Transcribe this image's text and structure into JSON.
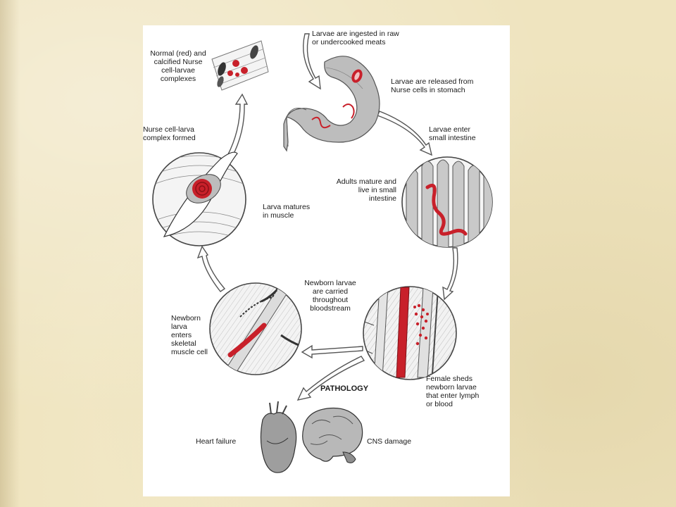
{
  "labels": {
    "ingested": "Larvae are ingested in raw\nor undercooked meats",
    "released": "Larvae are released from\nNurse cells in stomach",
    "enter_si": "Larvae enter\nsmall intestine",
    "adults": "Adults mature and\nlive in small\nintestine",
    "female": "Female sheds\nnewborn larvae\nthat enter lymph\nor blood",
    "carried": "Newborn larvae\nare carried\nthroughout\nbloodstream",
    "enters_muscle": "Newborn\nlarva\nenters\nskeletal\nmuscle cell",
    "matures": "Larva matures\nin muscle",
    "complex": "Nurse cell-larva\ncomplex formed",
    "calcified": "Normal (red) and\ncalcified Nurse\ncell-larvae\ncomplexes",
    "pathology": "PATHOLOGY",
    "heart": "Heart failure",
    "cns": "CNS damage"
  },
  "colors": {
    "larva_red": "#c8202a",
    "line_gray": "#555555",
    "arrow_fill": "#ffffff",
    "slide_bg": "#efe4bf"
  }
}
